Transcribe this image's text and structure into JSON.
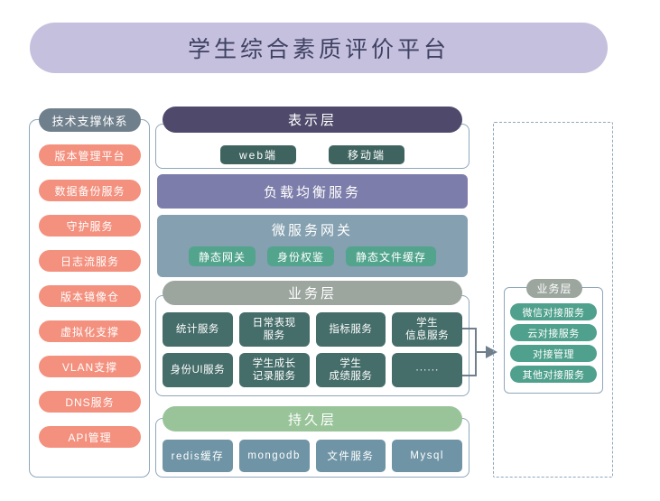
{
  "title": "学生综合素质评价平台",
  "theme": {
    "title_bg": "#c5c0dd",
    "title_text": "#3f4263",
    "panel_border": "#8fa7bb",
    "support_header_bg": "#6f7f8c",
    "support_pill_bg": "#f3907e",
    "presentation_header_bg": "#4f4a6b",
    "presentation_pill_bg": "#3f6460",
    "loadbalancer_bg": "#7d7dab",
    "gateway_bg": "#85a0b0",
    "gateway_pill_bg": "#52a48c",
    "business_header_bg": "#9ca69f",
    "service_box_bg": "#456d6a",
    "persistence_header_bg": "#99c499",
    "persistence_box_bg": "#6f94a5",
    "external_pill_bg": "#4fa08c"
  },
  "support_panel": {
    "header": "技术支撑体系",
    "items": [
      {
        "label": "版本管理平台"
      },
      {
        "label": "数据备份服务"
      },
      {
        "label": "守护服务"
      },
      {
        "label": "日志流服务"
      },
      {
        "label": "版本镜像仓"
      },
      {
        "label": "虚拟化支撑"
      },
      {
        "label": "VLAN支撑"
      },
      {
        "label": "DNS服务"
      },
      {
        "label": "API管理"
      }
    ]
  },
  "presentation_layer": {
    "header": "表示层",
    "clients": [
      {
        "label": "web端"
      },
      {
        "label": "移动端"
      }
    ]
  },
  "load_balancer": {
    "label": "负载均衡服务"
  },
  "gateway": {
    "header": "微服务网关",
    "features": [
      {
        "label": "静态网关"
      },
      {
        "label": "身份权鉴"
      },
      {
        "label": "静态文件缓存"
      }
    ]
  },
  "business_layer": {
    "header": "业务层",
    "services": [
      {
        "label": "统计服务"
      },
      {
        "label": "日常表现\n服务"
      },
      {
        "label": "指标服务"
      },
      {
        "label": "学生\n信息服务"
      },
      {
        "label": "身份UI服务"
      },
      {
        "label": "学生成长\n记录服务"
      },
      {
        "label": "学生\n成绩服务"
      },
      {
        "label": "······"
      }
    ]
  },
  "persistence_layer": {
    "header": "持久层",
    "stores": [
      {
        "label": "redis缓存"
      },
      {
        "label": "mongodb"
      },
      {
        "label": "文件服务"
      },
      {
        "label": "Mysql"
      }
    ]
  },
  "external_layer": {
    "header": "业务层",
    "items": [
      {
        "label": "微信对接服务"
      },
      {
        "label": "云对接服务"
      },
      {
        "label": "对接管理"
      },
      {
        "label": "其他对接服务"
      }
    ]
  }
}
